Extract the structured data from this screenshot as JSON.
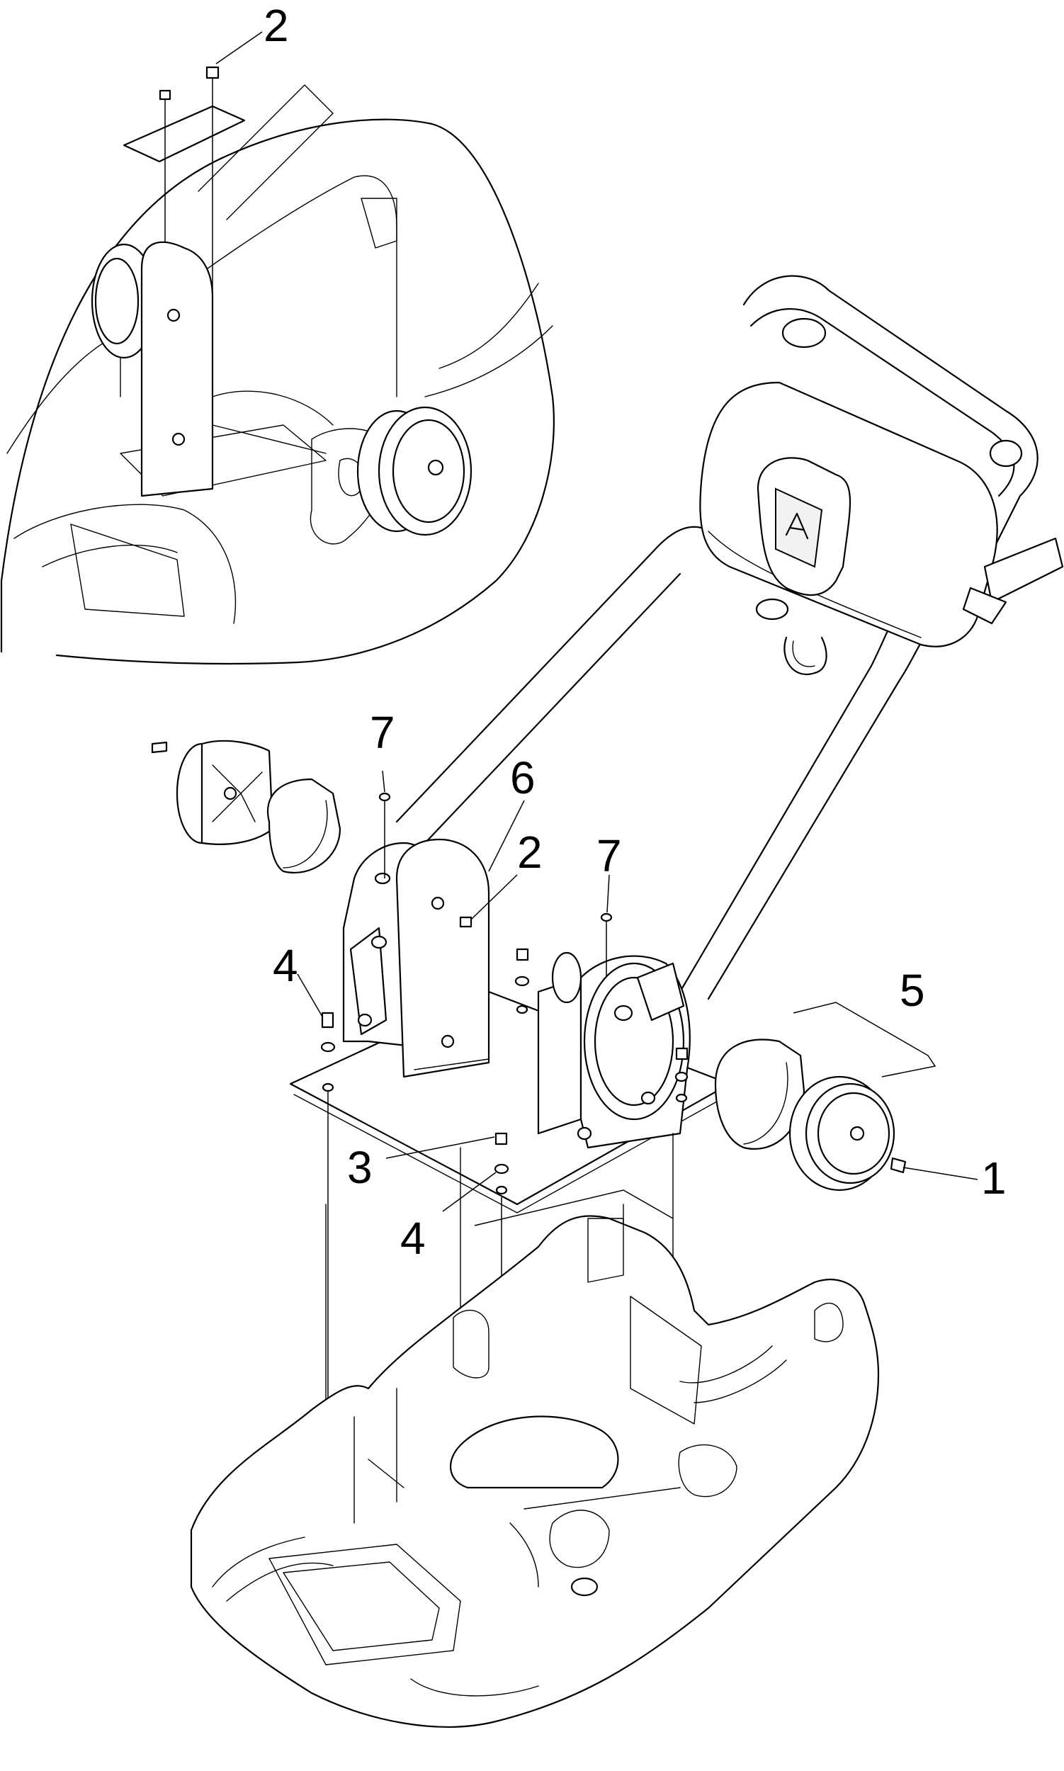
{
  "callouts": {
    "detail_top": "2",
    "screw_right": "1",
    "washer_bottom": "3",
    "bolt_left": "4",
    "bolt_bottom": "4",
    "wheel_assembly": "5",
    "bracket": "6",
    "washer_left": "7",
    "washer_right": "7",
    "screw_bracket": "2"
  }
}
